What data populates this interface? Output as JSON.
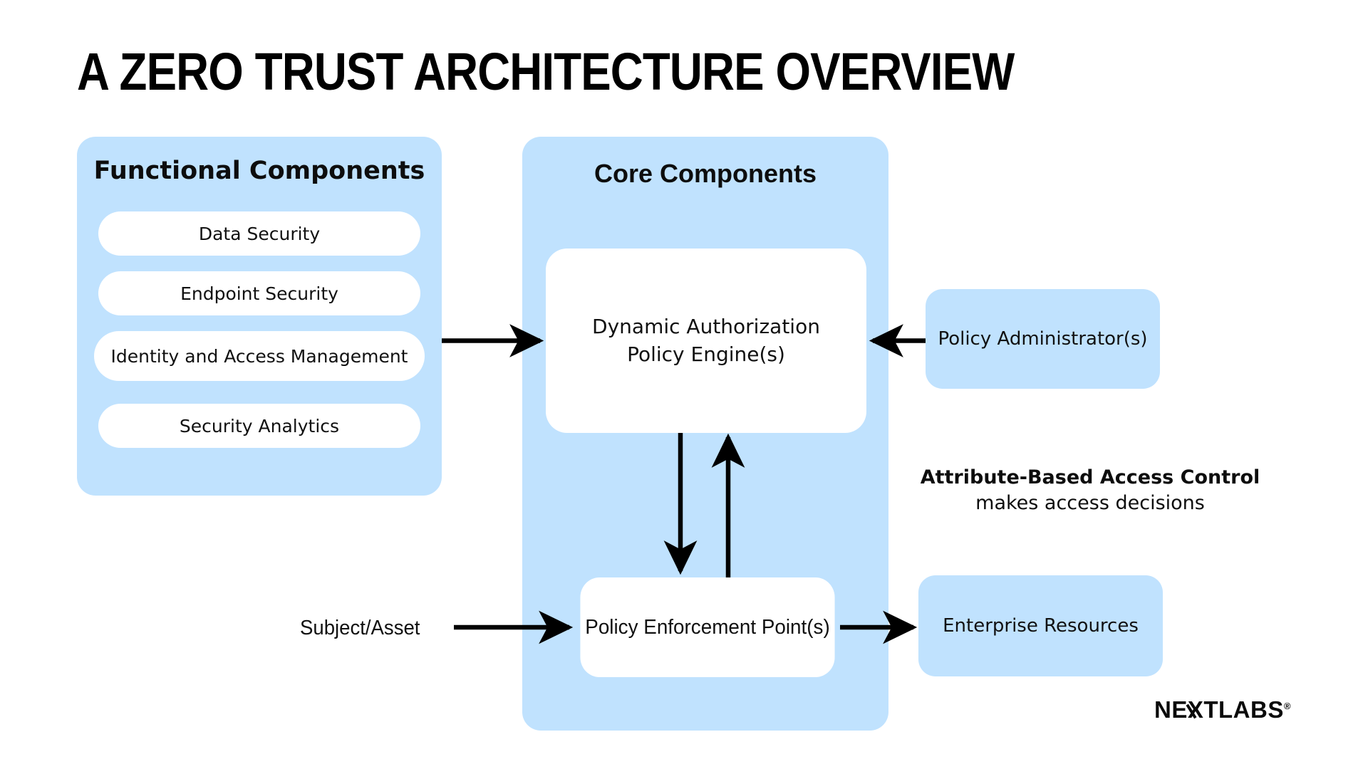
{
  "page": {
    "title": "A ZERO TRUST ARCHITECTURE OVERVIEW",
    "background_color": "#ffffff",
    "accent_blue": "#c0e2fe",
    "text_color": "#111111"
  },
  "panels": {
    "functional": {
      "title": "Functional Components",
      "items": [
        {
          "label": "Data Security"
        },
        {
          "label": "Endpoint Security"
        },
        {
          "label": "Identity and Access Management"
        },
        {
          "label": "Security Analytics"
        }
      ]
    },
    "core": {
      "title": "Core Components",
      "boxes": [
        {
          "label": "Dynamic Authorization\nPolicy Engine(s)",
          "line1": "Dynamic Authorization",
          "line2": "Policy Engine(s)"
        },
        {
          "label": "Policy Enforcement Point(s)"
        }
      ]
    }
  },
  "side_boxes": [
    {
      "label": "Policy Administrator(s)"
    },
    {
      "label": "Enterprise Resources"
    }
  ],
  "labels": {
    "subject_asset": "Subject/Asset",
    "abac_title": "Attribute-Based Access Control",
    "abac_subtitle": "makes access decisions"
  },
  "logo": {
    "text_before_x": "NE",
    "x_letter": "X",
    "text_after_x": "TLABS",
    "registered_mark": "®"
  },
  "arrows": [
    {
      "name": "functional-to-policy-engine",
      "direction": "right"
    },
    {
      "name": "policy-admin-to-policy-engine",
      "direction": "left"
    },
    {
      "name": "policy-engine-to-enforcement-point",
      "direction": "down"
    },
    {
      "name": "enforcement-point-to-policy-engine",
      "direction": "up"
    },
    {
      "name": "subject-asset-to-enforcement-point",
      "direction": "right"
    },
    {
      "name": "enforcement-point-to-enterprise-resources",
      "direction": "right"
    }
  ]
}
